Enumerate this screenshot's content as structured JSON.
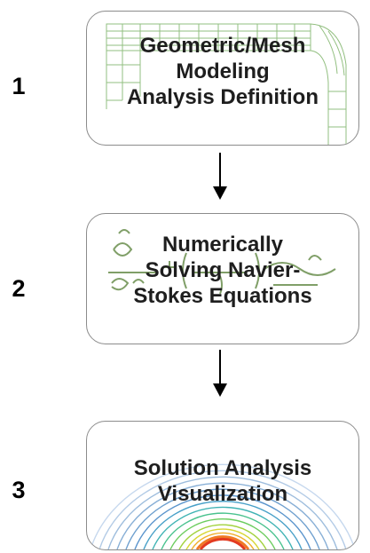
{
  "steps": [
    {
      "number": "1",
      "lines": [
        "Geometric/Mesh",
        "Modeling",
        "Analysis Definition"
      ]
    },
    {
      "number": "2",
      "lines": [
        "Numerically",
        "Solving Navier-",
        "Stokes Equations"
      ]
    },
    {
      "number": "3",
      "lines": [
        "Solution Analysis",
        "Visualization"
      ]
    }
  ],
  "colors": {
    "box_border": "#8c8c8c",
    "text": "#1e1e1e",
    "mesh": "#7fb46a",
    "equation": "#6b8f4e",
    "arrow": "#000000"
  },
  "icons": {
    "step1_background": "mesh-grid-icon",
    "step2_background": "equation-icon",
    "step3_background": "contour-plot-icon",
    "connector": "arrow-down-icon"
  }
}
